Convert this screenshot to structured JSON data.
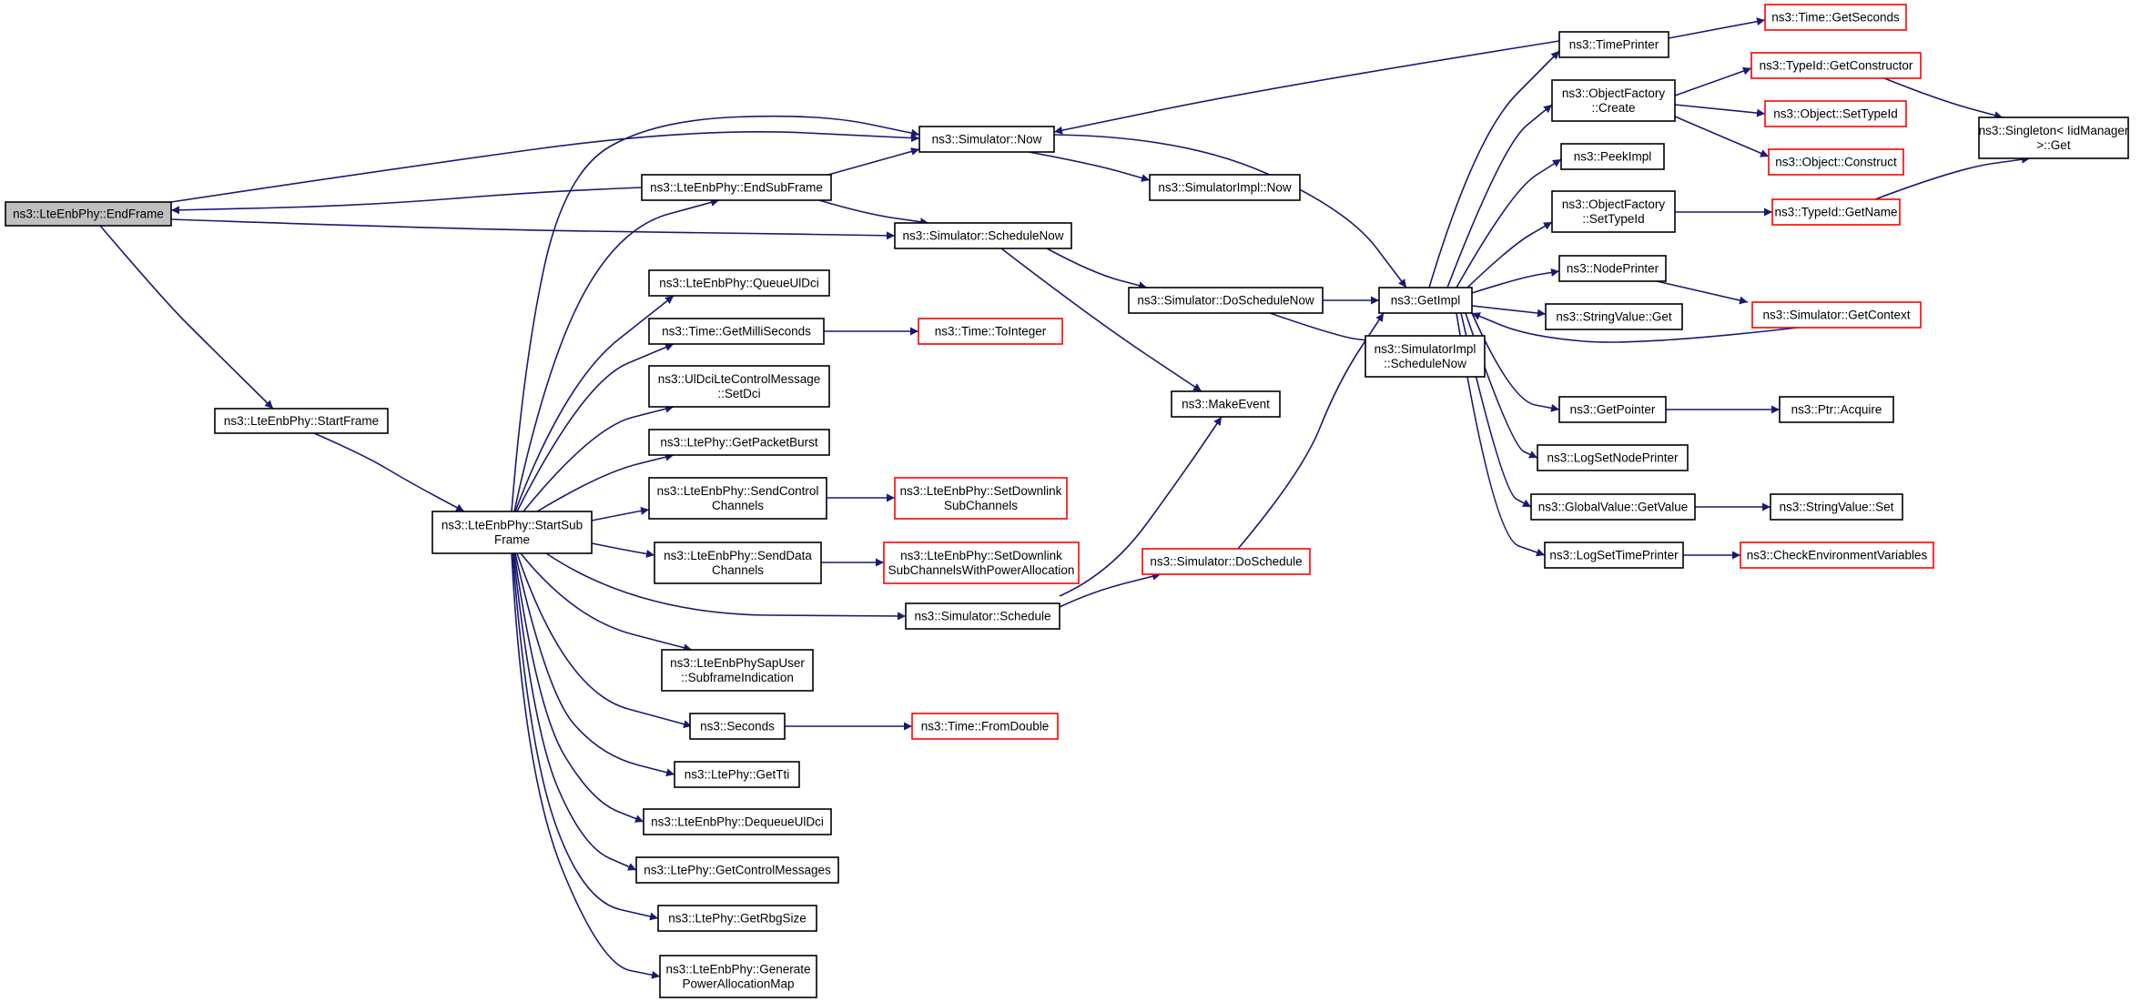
{
  "graph": {
    "type": "call-graph",
    "edge_color": "#191970",
    "internal_border_color": "#000000",
    "external_border_color": "#ff0000",
    "root_fill_color": "#bfbfbf",
    "nodes": [
      {
        "id": "endframe",
        "lines": [
          "ns3::LteEnbPhy::EndFrame"
        ],
        "kind": "root"
      },
      {
        "id": "startframe",
        "lines": [
          "ns3::LteEnbPhy::StartFrame"
        ],
        "kind": "internal"
      },
      {
        "id": "startsubframe",
        "lines": [
          "ns3::LteEnbPhy::StartSub",
          "Frame"
        ],
        "kind": "internal"
      },
      {
        "id": "endsubframe",
        "lines": [
          "ns3::LteEnbPhy::EndSubFrame"
        ],
        "kind": "internal"
      },
      {
        "id": "queueuldci",
        "lines": [
          "ns3::LteEnbPhy::QueueUlDci"
        ],
        "kind": "internal"
      },
      {
        "id": "getmilliseconds",
        "lines": [
          "ns3::Time::GetMilliSeconds"
        ],
        "kind": "internal"
      },
      {
        "id": "setdci",
        "lines": [
          "ns3::UlDciLteControlMessage",
          "::SetDci"
        ],
        "kind": "internal"
      },
      {
        "id": "getpacketburst",
        "lines": [
          "ns3::LtePhy::GetPacketBurst"
        ],
        "kind": "internal"
      },
      {
        "id": "sendcontrol",
        "lines": [
          "ns3::LteEnbPhy::SendControl",
          "Channels"
        ],
        "kind": "internal"
      },
      {
        "id": "senddata",
        "lines": [
          "ns3::LteEnbPhy::SendData",
          "Channels"
        ],
        "kind": "internal"
      },
      {
        "id": "subframeind",
        "lines": [
          "ns3::LteEnbPhySapUser",
          "::SubframeIndication"
        ],
        "kind": "internal"
      },
      {
        "id": "seconds",
        "lines": [
          "ns3::Seconds"
        ],
        "kind": "internal"
      },
      {
        "id": "gettti",
        "lines": [
          "ns3::LtePhy::GetTti"
        ],
        "kind": "internal"
      },
      {
        "id": "dequeueuldci",
        "lines": [
          "ns3::LteEnbPhy::DequeueUlDci"
        ],
        "kind": "internal"
      },
      {
        "id": "getcontrolmsgs",
        "lines": [
          "ns3::LtePhy::GetControlMessages"
        ],
        "kind": "internal"
      },
      {
        "id": "getrbgsize",
        "lines": [
          "ns3::LtePhy::GetRbgSize"
        ],
        "kind": "internal"
      },
      {
        "id": "genpowermap",
        "lines": [
          "ns3::LteEnbPhy::Generate",
          "PowerAllocationMap"
        ],
        "kind": "internal"
      },
      {
        "id": "simnow",
        "lines": [
          "ns3::Simulator::Now"
        ],
        "kind": "internal"
      },
      {
        "id": "simschednow",
        "lines": [
          "ns3::Simulator::ScheduleNow"
        ],
        "kind": "internal"
      },
      {
        "id": "simimplnow",
        "lines": [
          "ns3::SimulatorImpl::Now"
        ],
        "kind": "internal"
      },
      {
        "id": "dosched_now",
        "lines": [
          "ns3::Simulator::DoScheduleNow"
        ],
        "kind": "internal"
      },
      {
        "id": "makeevent",
        "lines": [
          "ns3::MakeEvent"
        ],
        "kind": "internal"
      },
      {
        "id": "toint",
        "lines": [
          "ns3::Time::ToInteger"
        ],
        "kind": "external"
      },
      {
        "id": "setdl",
        "lines": [
          "ns3::LteEnbPhy::SetDownlink",
          "SubChannels"
        ],
        "kind": "external"
      },
      {
        "id": "setdlpa",
        "lines": [
          "ns3::LteEnbPhy::SetDownlink",
          "SubChannelsWithPowerAllocation"
        ],
        "kind": "external"
      },
      {
        "id": "simschedule",
        "lines": [
          "ns3::Simulator::Schedule"
        ],
        "kind": "internal"
      },
      {
        "id": "dosched",
        "lines": [
          "ns3::Simulator::DoSchedule"
        ],
        "kind": "external"
      },
      {
        "id": "fromdouble",
        "lines": [
          "ns3::Time::FromDouble"
        ],
        "kind": "external"
      },
      {
        "id": "getimpl",
        "lines": [
          "ns3::GetImpl"
        ],
        "kind": "internal"
      },
      {
        "id": "implschednow",
        "lines": [
          "ns3::SimulatorImpl",
          "::ScheduleNow"
        ],
        "kind": "internal"
      },
      {
        "id": "timeprinter",
        "lines": [
          "ns3::TimePrinter"
        ],
        "kind": "internal"
      },
      {
        "id": "objfcreate",
        "lines": [
          "ns3::ObjectFactory",
          "::Create"
        ],
        "kind": "internal"
      },
      {
        "id": "peekimpl",
        "lines": [
          "ns3::PeekImpl"
        ],
        "kind": "internal"
      },
      {
        "id": "objfsettypeid",
        "lines": [
          "ns3::ObjectFactory",
          "::SetTypeId"
        ],
        "kind": "internal"
      },
      {
        "id": "nodeprinter",
        "lines": [
          "ns3::NodePrinter"
        ],
        "kind": "internal"
      },
      {
        "id": "strvalget",
        "lines": [
          "ns3::StringValue::Get"
        ],
        "kind": "internal"
      },
      {
        "id": "getpointer",
        "lines": [
          "ns3::GetPointer"
        ],
        "kind": "internal"
      },
      {
        "id": "logsetnode",
        "lines": [
          "ns3::LogSetNodePrinter"
        ],
        "kind": "internal"
      },
      {
        "id": "gvgetvalue",
        "lines": [
          "ns3::GlobalValue::GetValue"
        ],
        "kind": "internal"
      },
      {
        "id": "logsettime",
        "lines": [
          "ns3::LogSetTimePrinter"
        ],
        "kind": "internal"
      },
      {
        "id": "getseconds",
        "lines": [
          "ns3::Time::GetSeconds"
        ],
        "kind": "external"
      },
      {
        "id": "getctor",
        "lines": [
          "ns3::TypeId::GetConstructor"
        ],
        "kind": "external"
      },
      {
        "id": "objsettypeid",
        "lines": [
          "ns3::Object::SetTypeId"
        ],
        "kind": "external"
      },
      {
        "id": "objconstruct",
        "lines": [
          "ns3::Object::Construct"
        ],
        "kind": "external"
      },
      {
        "id": "gettypename",
        "lines": [
          "ns3::TypeId::GetName"
        ],
        "kind": "external"
      },
      {
        "id": "getcontext",
        "lines": [
          "ns3::Simulator::GetContext"
        ],
        "kind": "external"
      },
      {
        "id": "ptracquire",
        "lines": [
          "ns3::Ptr::Acquire"
        ],
        "kind": "internal"
      },
      {
        "id": "strvalset",
        "lines": [
          "ns3::StringValue::Set"
        ],
        "kind": "internal"
      },
      {
        "id": "checkenv",
        "lines": [
          "ns3::CheckEnvironmentVariables"
        ],
        "kind": "external"
      },
      {
        "id": "singleton",
        "lines": [
          "ns3::Singleton< IidManager",
          ">::Get"
        ],
        "kind": "internal"
      }
    ],
    "edges": [
      [
        "endframe",
        "startframe"
      ],
      [
        "endframe",
        "simnow"
      ],
      [
        "endframe",
        "simschednow"
      ],
      [
        "endsubframe",
        "endframe"
      ],
      [
        "startframe",
        "startsubframe"
      ],
      [
        "startsubframe",
        "endsubframe"
      ],
      [
        "startsubframe",
        "simnow"
      ],
      [
        "startsubframe",
        "queueuldci"
      ],
      [
        "startsubframe",
        "getmilliseconds"
      ],
      [
        "startsubframe",
        "setdci"
      ],
      [
        "startsubframe",
        "getpacketburst"
      ],
      [
        "startsubframe",
        "sendcontrol"
      ],
      [
        "startsubframe",
        "senddata"
      ],
      [
        "startsubframe",
        "simschedule"
      ],
      [
        "startsubframe",
        "subframeind"
      ],
      [
        "startsubframe",
        "seconds"
      ],
      [
        "startsubframe",
        "gettti"
      ],
      [
        "startsubframe",
        "dequeueuldci"
      ],
      [
        "startsubframe",
        "getcontrolmsgs"
      ],
      [
        "startsubframe",
        "getrbgsize"
      ],
      [
        "startsubframe",
        "genpowermap"
      ],
      [
        "endsubframe",
        "simnow"
      ],
      [
        "endsubframe",
        "simschednow"
      ],
      [
        "simnow",
        "simimplnow"
      ],
      [
        "simnow",
        "getimpl"
      ],
      [
        "simschednow",
        "dosched_now"
      ],
      [
        "simschednow",
        "makeevent"
      ],
      [
        "getmilliseconds",
        "toint"
      ],
      [
        "sendcontrol",
        "setdl"
      ],
      [
        "senddata",
        "setdlpa"
      ],
      [
        "simschedule",
        "dosched"
      ],
      [
        "simschedule",
        "makeevent"
      ],
      [
        "seconds",
        "fromdouble"
      ],
      [
        "dosched_now",
        "getimpl"
      ],
      [
        "dosched_now",
        "implschednow"
      ],
      [
        "dosched",
        "getimpl"
      ],
      [
        "getimpl",
        "timeprinter"
      ],
      [
        "getimpl",
        "objfcreate"
      ],
      [
        "getimpl",
        "peekimpl"
      ],
      [
        "getimpl",
        "objfsettypeid"
      ],
      [
        "getimpl",
        "nodeprinter"
      ],
      [
        "getimpl",
        "strvalget"
      ],
      [
        "getimpl",
        "getpointer"
      ],
      [
        "getimpl",
        "logsetnode"
      ],
      [
        "getimpl",
        "gvgetvalue"
      ],
      [
        "getimpl",
        "logsettime"
      ],
      [
        "getcontext",
        "getimpl"
      ],
      [
        "timeprinter",
        "simnow"
      ],
      [
        "timeprinter",
        "getseconds"
      ],
      [
        "objfcreate",
        "getctor"
      ],
      [
        "objfcreate",
        "objsettypeid"
      ],
      [
        "objfcreate",
        "objconstruct"
      ],
      [
        "objfsettypeid",
        "gettypename"
      ],
      [
        "nodeprinter",
        "getcontext"
      ],
      [
        "getpointer",
        "ptracquire"
      ],
      [
        "gvgetvalue",
        "strvalset"
      ],
      [
        "logsettime",
        "checkenv"
      ],
      [
        "getctor",
        "singleton"
      ],
      [
        "gettypename",
        "singleton"
      ]
    ]
  }
}
